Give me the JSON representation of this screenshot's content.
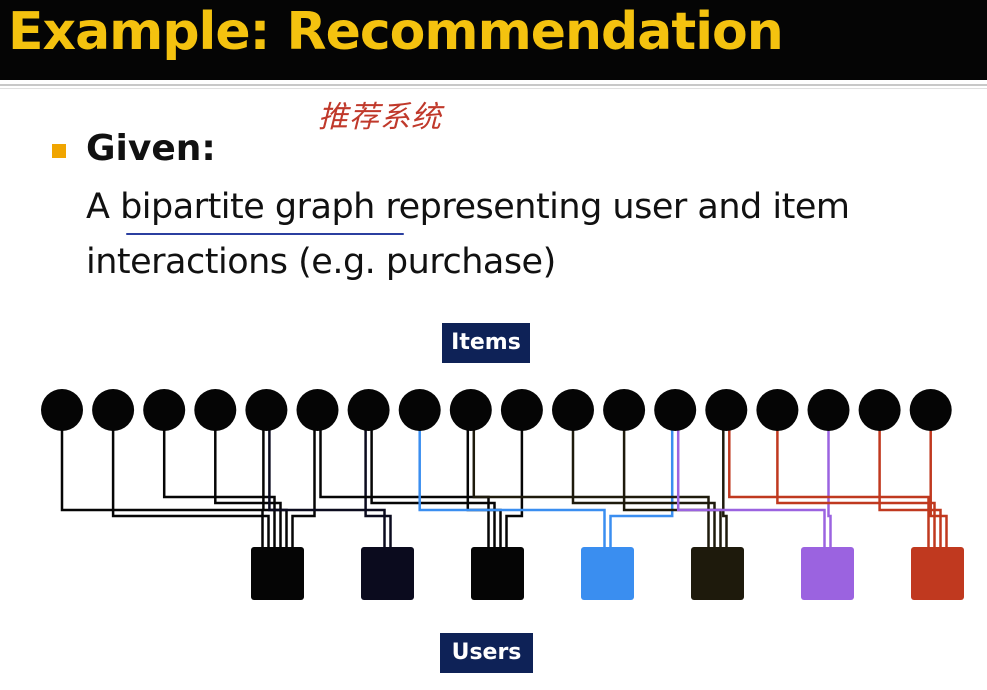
{
  "title": "Example: Recommendation",
  "handwritten_note": "推荐系统",
  "bullet": {
    "heading": "Given:",
    "text_before": "A ",
    "text_underlined": "bipartite graph",
    "text_after": " representing user and item interactions (e.g. purchase)"
  },
  "graph": {
    "items_label": "Items",
    "users_label": "Users",
    "item_count": 18,
    "users": [
      {
        "id": "u1",
        "color": "#050505"
      },
      {
        "id": "u2",
        "color": "#0b0b1e"
      },
      {
        "id": "u3",
        "color": "#050505"
      },
      {
        "id": "u4",
        "color": "#3a8ef0"
      },
      {
        "id": "u5",
        "color": "#1e1a0c"
      },
      {
        "id": "u6",
        "color": "#9b63e0"
      },
      {
        "id": "u7",
        "color": "#c0391f"
      }
    ],
    "edges": [
      [
        0,
        0
      ],
      [
        1,
        0
      ],
      [
        2,
        0
      ],
      [
        3,
        0
      ],
      [
        4,
        0
      ],
      [
        5,
        0
      ],
      [
        4,
        1
      ],
      [
        6,
        1
      ],
      [
        5,
        2
      ],
      [
        6,
        2
      ],
      [
        8,
        2
      ],
      [
        9,
        2
      ],
      [
        7,
        3
      ],
      [
        12,
        3
      ],
      [
        8,
        4
      ],
      [
        10,
        4
      ],
      [
        11,
        4
      ],
      [
        13,
        4
      ],
      [
        12,
        5
      ],
      [
        15,
        5
      ],
      [
        13,
        6
      ],
      [
        14,
        6
      ],
      [
        16,
        6
      ],
      [
        17,
        6
      ]
    ]
  }
}
